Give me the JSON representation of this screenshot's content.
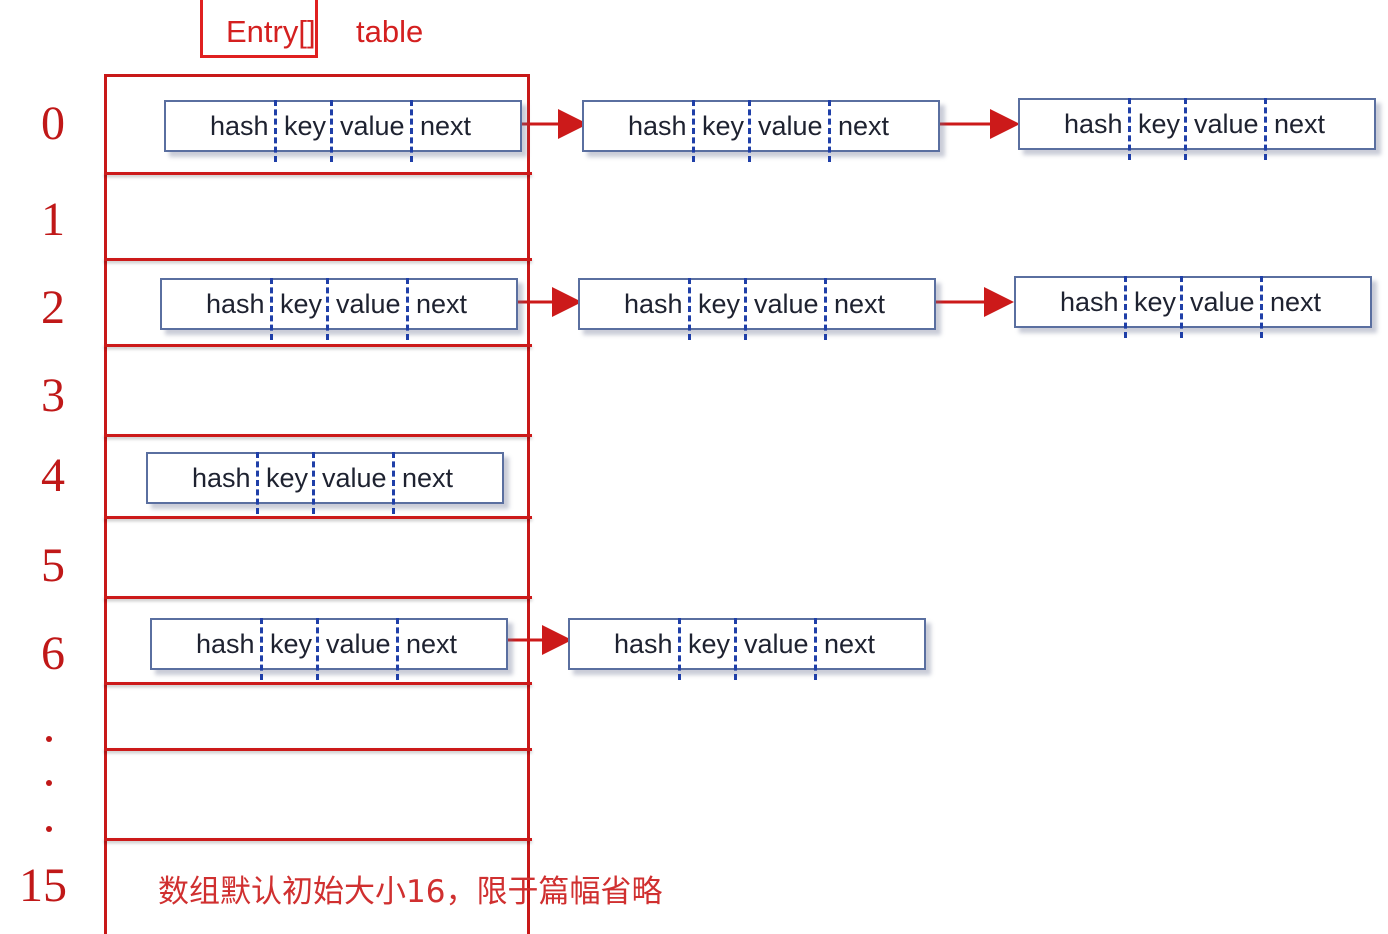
{
  "title": {
    "type_label": "Entry[]",
    "name_label": "table"
  },
  "indices": [
    "0",
    "1",
    "2",
    "3",
    "4",
    "5",
    "6",
    "15"
  ],
  "ellipsis": "...",
  "node_fields": [
    "hash",
    "key",
    "value",
    "next"
  ],
  "chains": [
    {
      "index": "0",
      "length": 3
    },
    {
      "index": "2",
      "length": 3
    },
    {
      "index": "4",
      "length": 1
    },
    {
      "index": "6",
      "length": 2
    }
  ],
  "note": "数组默认初始大小16，限于篇幅省略",
  "colors": {
    "accent": "#cc1a1a",
    "node_border": "#5a6fa0",
    "separator": "#1f3fa8"
  }
}
